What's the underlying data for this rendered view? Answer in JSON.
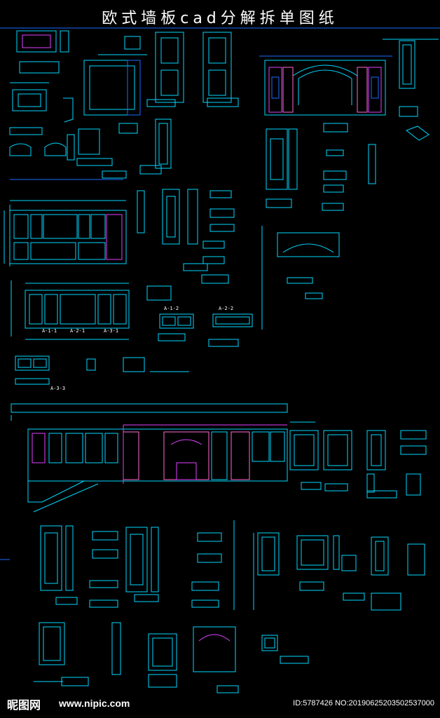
{
  "title": "欧式墙板cad分解拆单图纸",
  "colors": {
    "background": "#000000",
    "cyan": "#00d8ff",
    "blue": "#1a6cff",
    "magenta": "#e040ff",
    "pink": "#ff6ad5",
    "white": "#ffffff",
    "yellow": "#e8e840"
  },
  "labels": {
    "a_1_2": "A-1-2",
    "a_2_2": "A-2-2",
    "a_1_1": "A-1-1",
    "a_2_1": "A-2-1",
    "a_3_1": "A-3-1",
    "a_3_3": "A-3-3"
  },
  "watermark": {
    "logo": "昵图网",
    "site": "www.nipic.com",
    "id_text": "ID:5787426 NO:20190625203502537000"
  }
}
